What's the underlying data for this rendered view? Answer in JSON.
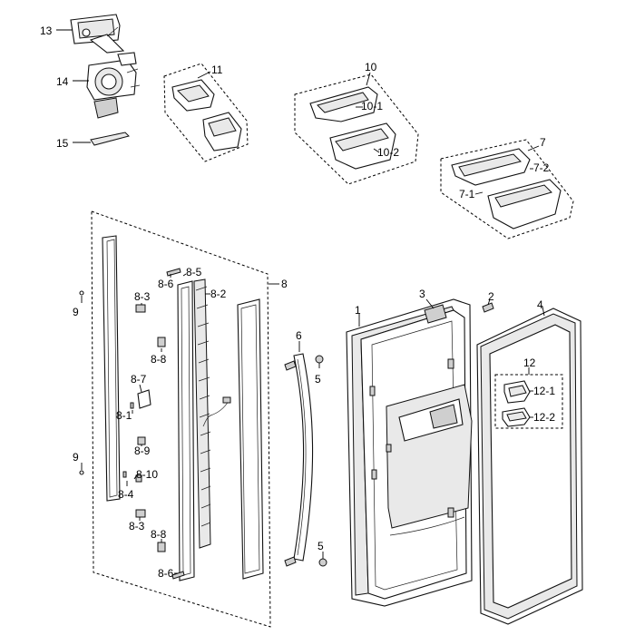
{
  "labels": {
    "p13": "13",
    "p14": "14",
    "p15": "15",
    "p11": "11",
    "p10": "10",
    "p10_1": "10-1",
    "p10_2": "10-2",
    "p7": "7",
    "p7_1": "7-1",
    "p7_2": "7-2",
    "p8": "8",
    "p8_1": "8-1",
    "p8_2": "8-2",
    "p8_3a": "8-3",
    "p8_3b": "8-3",
    "p8_4": "8-4",
    "p8_5": "8-5",
    "p8_6a": "8-6",
    "p8_6b": "8-6",
    "p8_7": "8-7",
    "p8_8a": "8-8",
    "p8_8b": "8-8",
    "p8_9": "8-9",
    "p8_10": "8-10",
    "p9a": "9",
    "p9b": "9",
    "p6": "6",
    "p5a": "5",
    "p5b": "5",
    "p1": "1",
    "p2": "2",
    "p3": "3",
    "p4": "4",
    "p12": "12",
    "p12_1": "12-1",
    "p12_2": "12-2"
  }
}
